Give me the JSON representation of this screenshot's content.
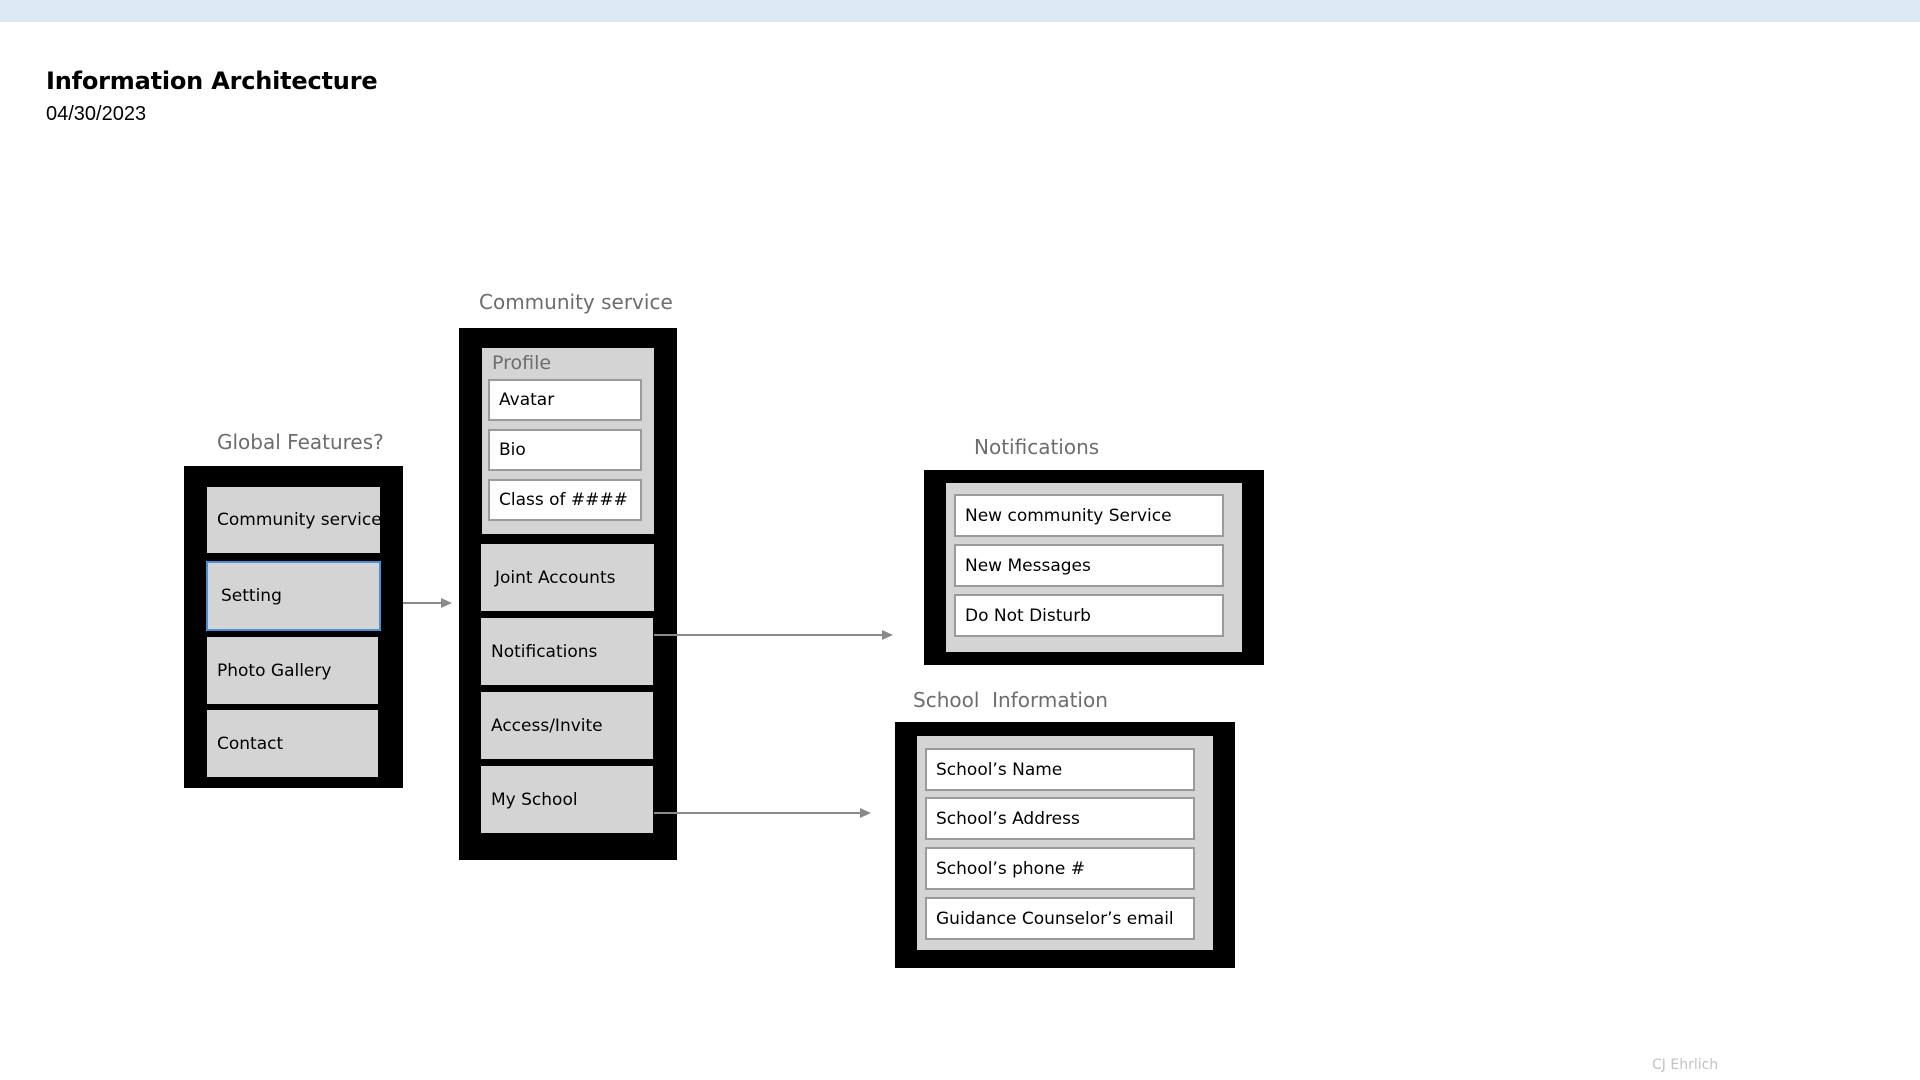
{
  "header": {
    "title": "Information Architecture",
    "date": "04/30/2023"
  },
  "global": {
    "label": "Global Features?",
    "items": [
      "Community service",
      "Setting",
      "Photo Gallery",
      "Contact"
    ]
  },
  "community": {
    "label": "Community service",
    "profile": {
      "title": "Profile",
      "fields": [
        "Avatar",
        "Bio",
        "Class of ####"
      ]
    },
    "items": [
      "Joint Accounts",
      "Notifications",
      "Access/Invite",
      "My School"
    ]
  },
  "notifications": {
    "label": "Notifications",
    "fields": [
      "New community Service",
      "New Messages",
      "Do Not Disturb"
    ]
  },
  "school": {
    "label": "School  Information",
    "fields": [
      "School’s Name",
      "School’s Address",
      "School’s phone #",
      "Guidance Counselor’s email"
    ]
  },
  "footer": {
    "author": "CJ Ehrlich"
  }
}
